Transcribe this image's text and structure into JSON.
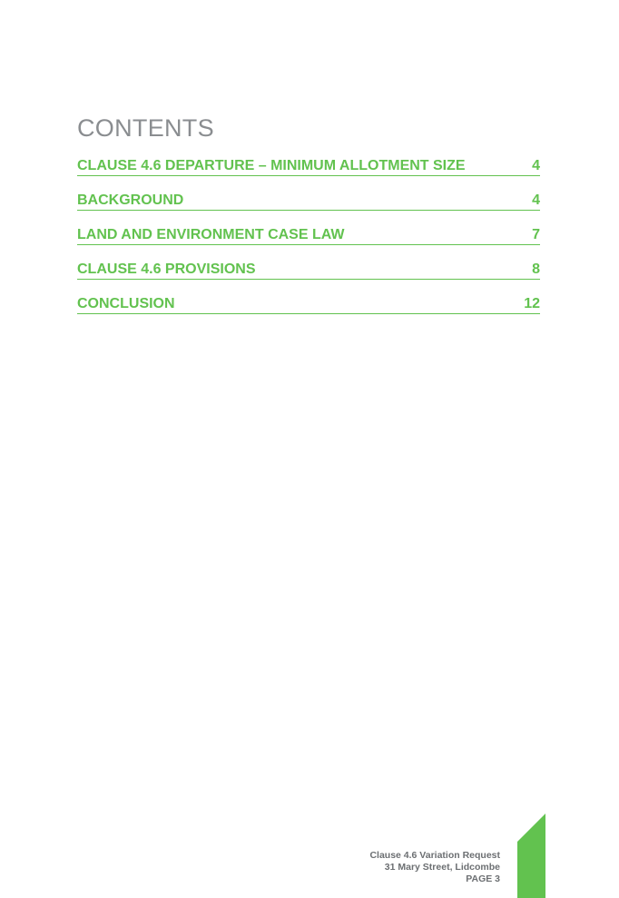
{
  "colors": {
    "title": "#8a8d90",
    "accent": "#62c24f",
    "footer_text": "#6c6f72"
  },
  "title": "CONTENTS",
  "toc": [
    {
      "label": "CLAUSE 4.6 DEPARTURE – MINIMUM ALLOTMENT SIZE",
      "page": "4"
    },
    {
      "label": "BACKGROUND",
      "page": "4"
    },
    {
      "label": "LAND AND ENVIRONMENT CASE LAW",
      "page": "7"
    },
    {
      "label": "CLAUSE 4.6 PROVISIONS",
      "page": "8"
    },
    {
      "label": "CONCLUSION",
      "page": "12"
    }
  ],
  "footer": {
    "line1": "Clause 4.6 Variation Request",
    "line2": "31 Mary Street, Lidcombe",
    "line3": "PAGE 3"
  }
}
